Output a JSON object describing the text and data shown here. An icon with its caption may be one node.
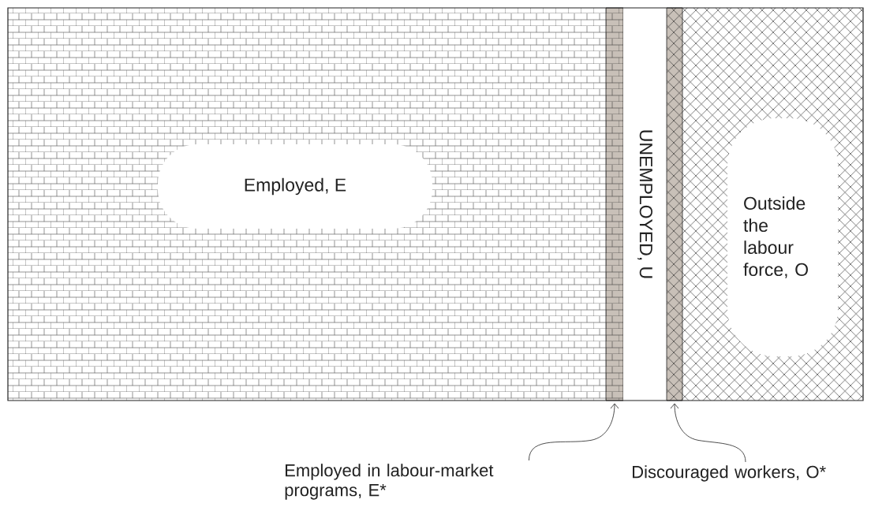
{
  "diagram": {
    "nodes": [
      {
        "text": [
          "Employed, E"
        ]
      },
      {
        "text": [],
        "shape": "bar"
      },
      {
        "text": [
          "UNEMPLOYED, U"
        ]
      },
      {
        "text": [],
        "shape": "bar"
      },
      {
        "text": [
          "Outside the labour force, O"
        ]
      },
      {
        "text": [
          "Employed in labour-market programs, E*"
        ]
      },
      {
        "text": [
          "Discouraged workers, O*"
        ]
      }
    ],
    "edges": [
      {
        "from": 5,
        "to": 1,
        "arrow": "to"
      },
      {
        "from": 6,
        "to": 3,
        "arrow": "to"
      }
    ]
  }
}
